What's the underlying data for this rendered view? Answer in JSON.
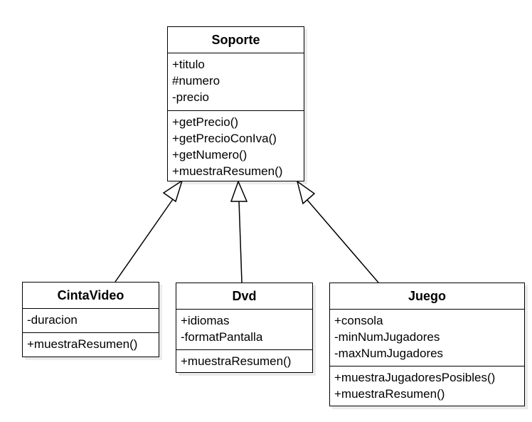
{
  "classes": {
    "soporte": {
      "name": "Soporte",
      "attributes": [
        "+titulo",
        "#numero",
        "-precio"
      ],
      "methods": [
        "+getPrecio()",
        "+getPrecioConIva()",
        "+getNumero()",
        "+muestraResumen()"
      ]
    },
    "cintavideo": {
      "name": "CintaVideo",
      "attributes": [
        "-duracion"
      ],
      "methods": [
        "+muestraResumen()"
      ]
    },
    "dvd": {
      "name": "Dvd",
      "attributes": [
        "+idiomas",
        "-formatPantalla"
      ],
      "methods": [
        "+muestraResumen()"
      ]
    },
    "juego": {
      "name": "Juego",
      "attributes": [
        "+consola",
        "-minNumJugadores",
        "-maxNumJugadores"
      ],
      "methods": [
        "+muestraJugadoresPosibles()",
        "+muestraResumen()"
      ]
    }
  },
  "relations": [
    {
      "type": "generalization",
      "from": "cintavideo",
      "to": "soporte"
    },
    {
      "type": "generalization",
      "from": "dvd",
      "to": "soporte"
    },
    {
      "type": "generalization",
      "from": "juego",
      "to": "soporte"
    }
  ]
}
